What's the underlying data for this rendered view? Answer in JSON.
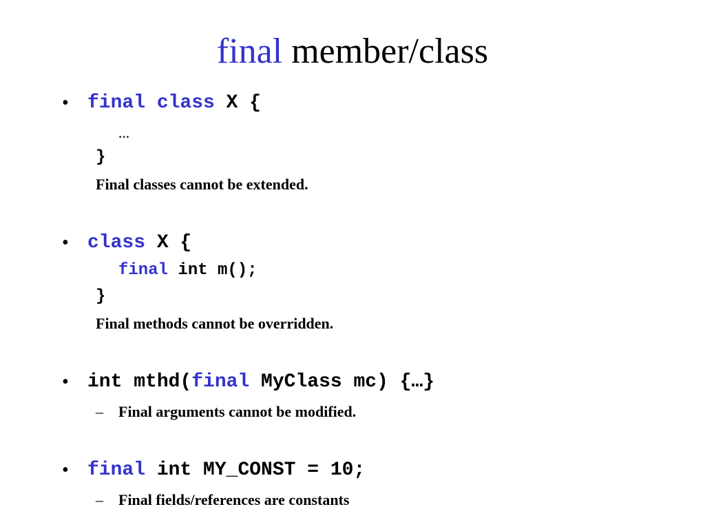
{
  "title": {
    "keyword": "final",
    "rest": " member/class"
  },
  "bullet_char": "•",
  "dash_char": "–",
  "colors": {
    "keyword": "#3333cc",
    "text": "#000000",
    "background": "#ffffff"
  },
  "items": [
    {
      "code_kw1": "final",
      "code_kw2": "class",
      "code_rest": " X {",
      "ellipsis": "…",
      "close": "}",
      "note": "Final classes cannot be extended."
    },
    {
      "code_kw": "class",
      "code_rest": " X {",
      "inner_kw": "final",
      "inner_rest": " int m();",
      "close": "}",
      "note": "Final methods cannot be overridden."
    },
    {
      "code_pre": "int mthd(",
      "code_kw": "final",
      "code_post": " MyClass mc) ",
      "code_tail": "{…}",
      "note": "Final arguments cannot be modified."
    },
    {
      "code_kw": "final",
      "code_rest": " int MY_CONST = 10;",
      "note": "Final fields/references are constants"
    }
  ]
}
